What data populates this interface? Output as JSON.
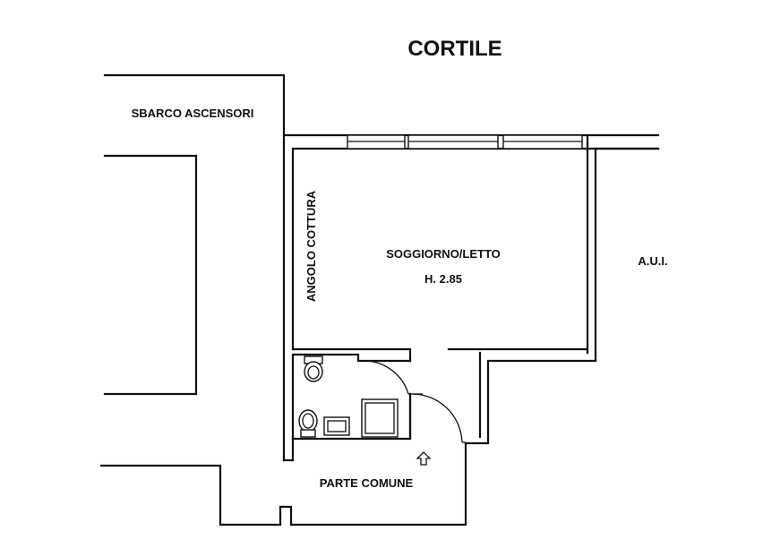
{
  "plan": {
    "title": "CORTILE",
    "rooms": {
      "elevator_landing": "SBARCO ASCENSORI",
      "kitchenette": "ANGOLO COTTURA",
      "living_bedroom": "SOGGIORNO/LETTO",
      "ceiling_height": "H. 2.85",
      "adjacent_unit": "A.U.I.",
      "common_area": "PARTE COMUNE"
    },
    "entrance_symbol": "up-arrow-icon"
  }
}
